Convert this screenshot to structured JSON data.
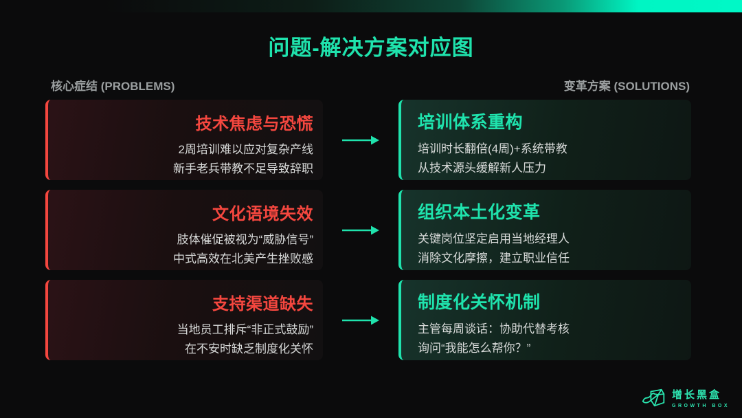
{
  "page": {
    "title": "问题-解决方案对应图",
    "left_header": "核心症结 (PROBLEMS)",
    "right_header": "变革方案 (SOLUTIONS)"
  },
  "rows": [
    {
      "problem": {
        "title": "技术焦虑与恐慌",
        "lines": [
          "2周培训难以应对复杂产线",
          "新手老兵带教不足导致辞职"
        ]
      },
      "solution": {
        "title": "培训体系重构",
        "lines": [
          "培训时长翻倍(4周)+系统带教",
          "从技术源头缓解新人压力"
        ]
      }
    },
    {
      "problem": {
        "title": "文化语境失效",
        "lines": [
          "肢体催促被视为“威胁信号”",
          "中式高效在北美产生挫败感"
        ]
      },
      "solution": {
        "title": "组织本土化变革",
        "lines": [
          "关键岗位坚定启用当地经理人",
          "消除文化摩擦，建立职业信任"
        ]
      }
    },
    {
      "problem": {
        "title": "支持渠道缺失",
        "lines": [
          "当地员工排斥“非正式鼓励”",
          "在不安时缺乏制度化关怀"
        ]
      },
      "solution": {
        "title": "制度化关怀机制",
        "lines": [
          "主管每周谈话：协助代替考核",
          "询问“我能怎么帮你？”"
        ]
      }
    }
  ],
  "logo": {
    "name": "增长黑盒",
    "subtitle": "GROWTH BOX"
  },
  "colors": {
    "accent_teal": "#1fe3ad",
    "accent_red": "#f5473f",
    "topbar_bright": "#00f6c3",
    "header_gray": "#9b9fa0",
    "background": "#0b0b0c"
  }
}
